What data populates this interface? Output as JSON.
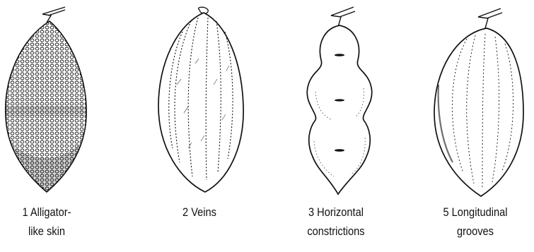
{
  "figures": [
    {
      "pattern": "alligator-skin",
      "caption_lines": [
        "1 Alligator-",
        "like skin"
      ]
    },
    {
      "pattern": "veins",
      "caption_lines": [
        "2 Veins"
      ]
    },
    {
      "pattern": "horizontal-constrictions",
      "caption_lines": [
        "3 Horizontal",
        "constrictions"
      ]
    },
    {
      "pattern": "longitudinal-grooves",
      "caption_lines": [
        "5 Longitudinal",
        "grooves"
      ]
    }
  ],
  "colors": {
    "ink": "#111111",
    "paper": "#ffffff"
  }
}
